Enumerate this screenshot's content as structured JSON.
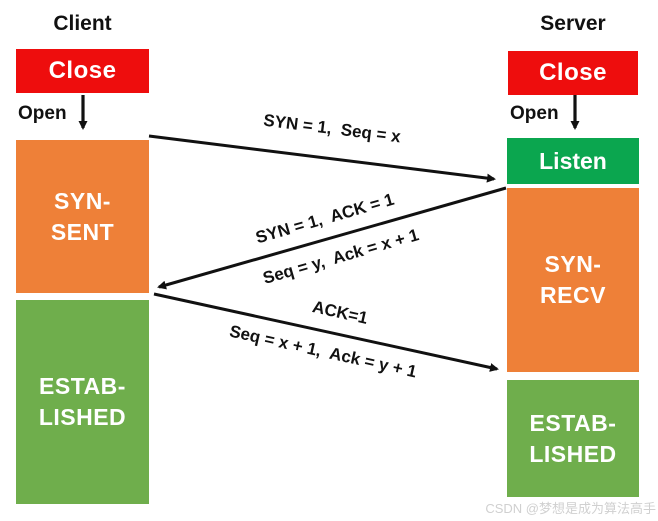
{
  "diagram": {
    "title_context": "TCP three-way handshake state diagram",
    "client": {
      "title": "Client",
      "close_label": "Close",
      "open_label": "Open",
      "syn_sent": {
        "line1": "SYN-",
        "line2": "SENT"
      },
      "established": {
        "line1": "ESTAB-",
        "line2": "LISHED"
      }
    },
    "server": {
      "title": "Server",
      "close_label": "Close",
      "open_label": "Open",
      "listen_label": "Listen",
      "syn_recv": {
        "line1": "SYN-",
        "line2": "RECV"
      },
      "established": {
        "line1": "ESTAB-",
        "line2": "LISHED"
      }
    },
    "messages": {
      "syn": "SYN = 1,  Seq = x",
      "synack_top": "SYN = 1,  ACK = 1",
      "synack_bottom": "Seq = y,  Ack = x + 1",
      "ack_top": "ACK=1",
      "ack_bottom": "Seq = x + 1,  Ack = y + 1"
    },
    "watermark": "CSDN @梦想是成为算法高手",
    "colors": {
      "close_red": "#ee0d0d",
      "state_orange": "#ee8038",
      "listen_green": "#0ba64f",
      "established_green": "#6fae4c",
      "arrow_black": "#111111"
    }
  }
}
